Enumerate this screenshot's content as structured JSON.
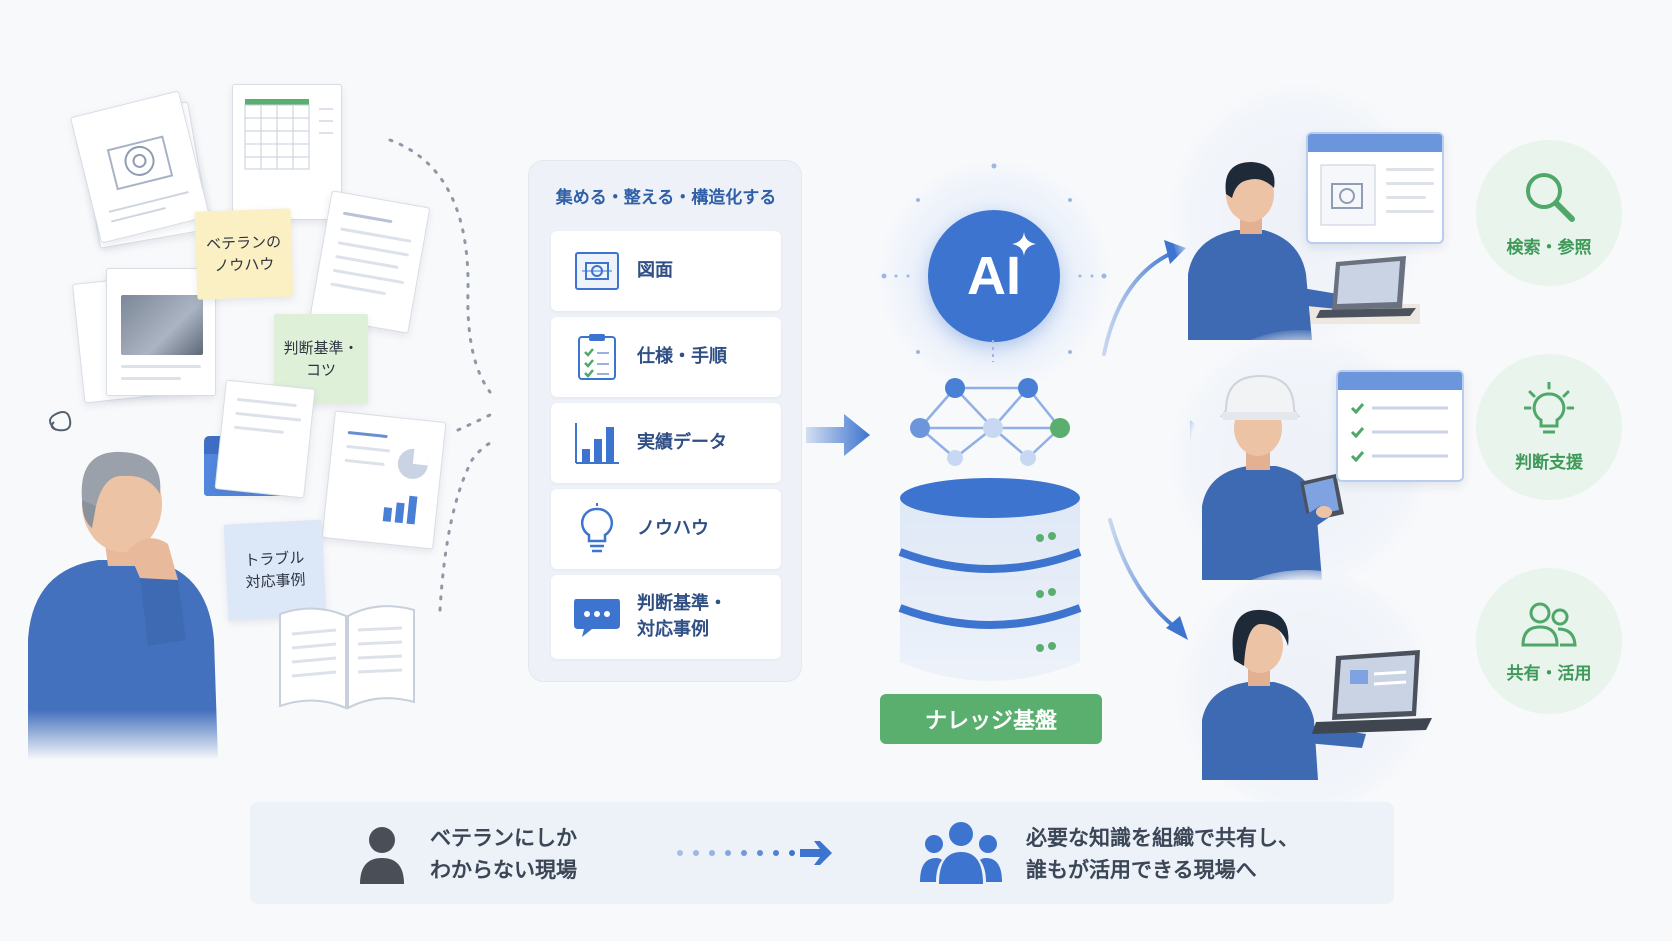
{
  "left": {
    "sticky_veteran": "ベテランの\nノウハウ",
    "sticky_criteria": "判断基準・\nコツ",
    "sticky_trouble": "トラブル\n対応事例"
  },
  "process": {
    "title": "集める・整える・構造化する",
    "cards": [
      {
        "label": "図面",
        "icon": "blueprint-icon"
      },
      {
        "label": "仕様・手順",
        "icon": "checklist-icon"
      },
      {
        "label": "実績データ",
        "icon": "bar-chart-icon"
      },
      {
        "label": "ノウハウ",
        "icon": "lightbulb-icon"
      },
      {
        "label": "判断基準・\n対応事例",
        "icon": "chat-bubble-icon"
      }
    ]
  },
  "center": {
    "ai_label": "AI",
    "kb_label": "ナレッジ基盤"
  },
  "outcomes": [
    {
      "label": "検索・参照",
      "icon": "search-icon"
    },
    {
      "label": "判断支援",
      "icon": "lightbulb-icon"
    },
    {
      "label": "共有・活用",
      "icon": "people-icon"
    }
  ],
  "banner": {
    "from_text": "ベテランにしか\nわからない現場",
    "to_text": "必要な知識を組織で共有し、\n誰もが活用できる現場へ"
  },
  "colors": {
    "primary_blue": "#3d74cf",
    "green": "#5aaf6e",
    "panel_bg": "#eef2f8"
  }
}
